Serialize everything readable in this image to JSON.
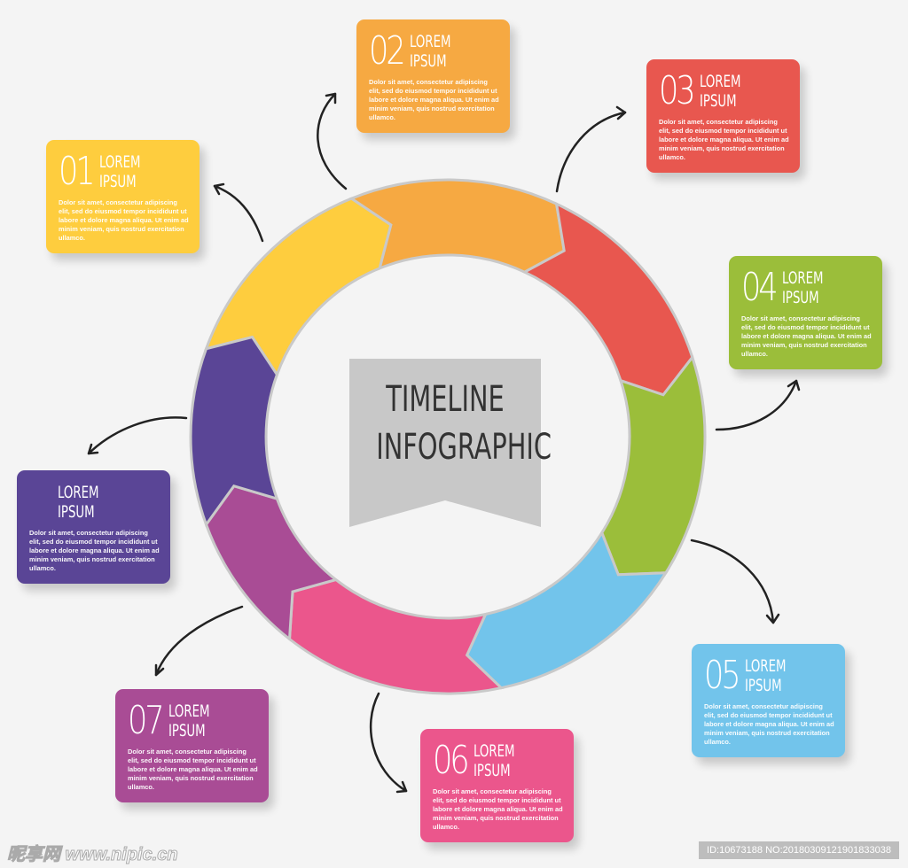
{
  "title": {
    "line1": "TIMELINE",
    "line2": "INFOGRAPHIC"
  },
  "body_text": "Dolor sit amet, consectetur adipiscing elit, sed do eiusmod tempor incididunt ut labore et dolore magna aliqua. Ut enim ad minim veniam, quis nostrud exercitation ullamco.",
  "steps": [
    {
      "num": "01",
      "title1": "LOREM",
      "title2": "IPSUM",
      "color": "#FECD3E"
    },
    {
      "num": "02",
      "title1": "LOREM",
      "title2": "IPSUM",
      "color": "#F6A942"
    },
    {
      "num": "03",
      "title1": "LOREM",
      "title2": "IPSUM",
      "color": "#E8574F"
    },
    {
      "num": "04",
      "title1": "LOREM",
      "title2": "IPSUM",
      "color": "#9BBE3A"
    },
    {
      "num": "05",
      "title1": "LOREM",
      "title2": "IPSUM",
      "color": "#72C4EB"
    },
    {
      "num": "06",
      "title1": "LOREM",
      "title2": "IPSUM",
      "color": "#EB568C"
    },
    {
      "num": "07",
      "title1": "LOREM",
      "title2": "IPSUM",
      "color": "#A94C95"
    },
    {
      "num": "",
      "title1": "LOREM",
      "title2": "IPSUM",
      "color": "#5A4596"
    }
  ],
  "watermark": {
    "logo": "昵享网 www.nipic.cn",
    "id": "ID:10673188 NO:20180309121901833038"
  }
}
